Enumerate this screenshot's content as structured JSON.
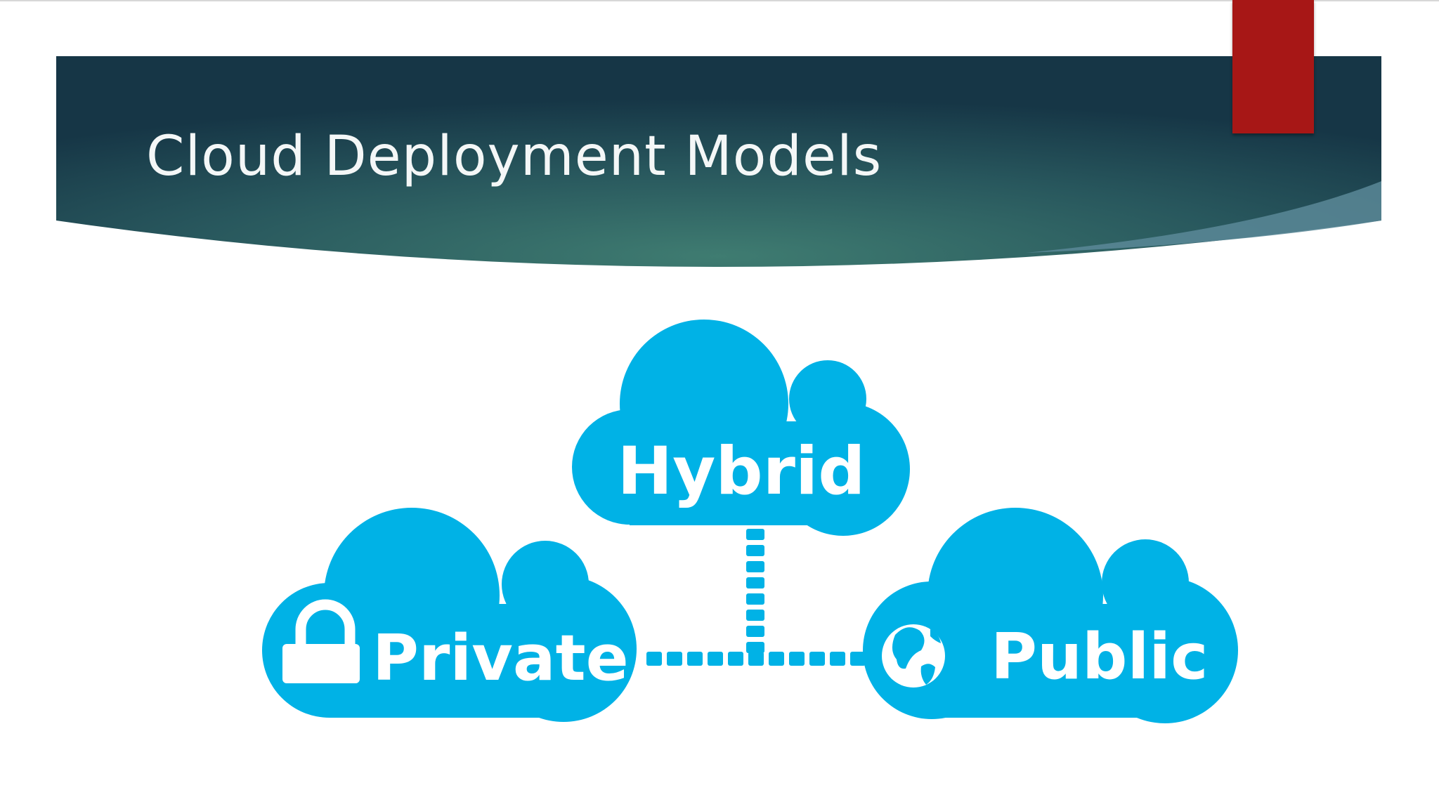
{
  "slide": {
    "title": "Cloud Deployment Models"
  },
  "diagram": {
    "nodes": [
      {
        "id": "hybrid",
        "label": "Hybrid",
        "icon": "none"
      },
      {
        "id": "private",
        "label": "Private",
        "icon": "padlock-icon"
      },
      {
        "id": "public",
        "label": "Public",
        "icon": "globe-icon"
      }
    ],
    "connectors": [
      {
        "from": "hybrid",
        "to": "junction",
        "style": "dotted"
      },
      {
        "from": "private",
        "to": "public",
        "style": "dotted"
      }
    ]
  },
  "colors": {
    "banner_dark": "#173a4a",
    "banner_light": "#3d7b70",
    "cloud": "#00b2e6",
    "bookmark": "#a71716",
    "title_text": "#f4f7f7"
  }
}
